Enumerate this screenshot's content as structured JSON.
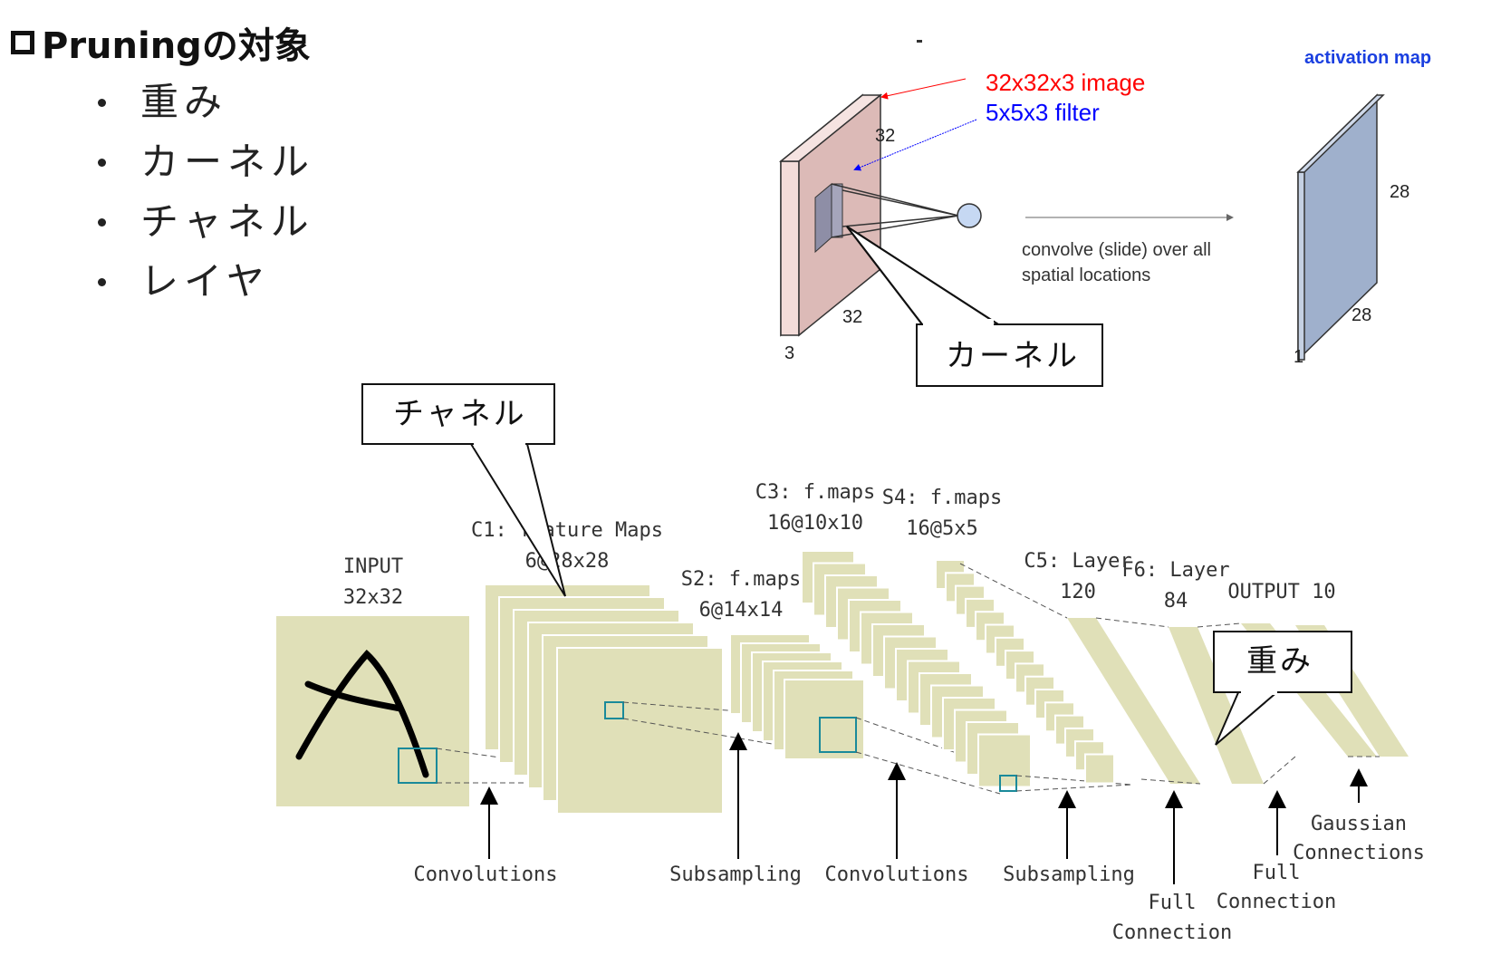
{
  "heading": "Pruningの対象",
  "bullets": [
    "重み",
    "カーネル",
    "チャネル",
    "レイヤ"
  ],
  "conv_figure": {
    "image_label": "32x32x3 image",
    "filter_label": "5x5x3 filter",
    "activation_label": "activation map",
    "dim_32_top": "32",
    "dim_32_bottom": "32",
    "dim_3": "3",
    "dim_28_right": "28",
    "dim_28_bottom": "28",
    "dim_1": "1",
    "convolve_line1": "convolve (slide) over all",
    "convolve_line2": "spatial locations",
    "image_color": "#ff0000",
    "filter_color": "#0000ff",
    "activation_color": "#1a3fe0"
  },
  "callouts": {
    "kernel": "カーネル",
    "channel": "チャネル",
    "weight": "重み"
  },
  "lenet": {
    "input_l1": "INPUT",
    "input_l2": "32x32",
    "c1_l1": "C1: feature Maps",
    "c1_l2": "6@28x28",
    "s2_l1": "S2: f.maps",
    "s2_l2": "6@14x14",
    "c3_l1": "C3: f.maps",
    "c3_l2": "16@10x10",
    "s4_l1": "S4: f.maps",
    "s4_l2": "16@5x5",
    "c5_l1": "C5: Layer",
    "c5_l2": "120",
    "f6_l1": "F6: Layer",
    "f6_l2": "84",
    "output": "OUTPUT 10",
    "op_conv1": "Convolutions",
    "op_sub1": "Subsampling",
    "op_conv2": "Convolutions",
    "op_sub2": "Subsampling",
    "op_full1_l1": "Full",
    "op_full1_l2": "Connection",
    "op_full2_l1": "Full",
    "op_full2_l2": "Connection",
    "op_gauss_l1": "Gaussian",
    "op_gauss_l2": "Connections",
    "map_color": "#e0e0b8"
  }
}
